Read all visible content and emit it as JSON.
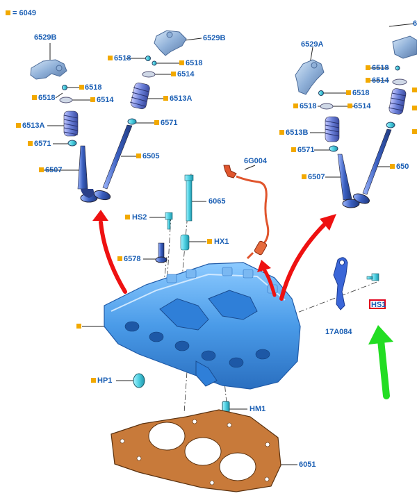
{
  "legend": {
    "label": "= 6049"
  },
  "labels": {
    "6529B_left": "6529B",
    "6529B_right": "6529B",
    "6529A": "6529A",
    "6518": "6518",
    "6514": "6514",
    "6513A": "6513A",
    "6513B": "6513B",
    "6571": "6571",
    "6507": "6507",
    "6505": "6505",
    "6505_cut": "650",
    "6G004": "6G004",
    "6065": "6065",
    "HS2": "HS2",
    "HX1": "HX1",
    "6578": "6578",
    "HS1": "HS1",
    "17A084": "17A084",
    "HP1": "HP1",
    "HM1": "HM1",
    "6051": "6051",
    "cut_top": "6"
  },
  "colors": {
    "part_blue": "#4a9be8",
    "part_dark": "#2a6fc0",
    "valve_blue": "#3a5fc0",
    "gasket_fill": "#c87a3a",
    "gasket_stroke": "#5a3210",
    "harness": "#e0552d",
    "arrow_red": "#ee1111",
    "arrow_green": "#22dd22",
    "callout_square": "#f2a900",
    "label_text": "#1b5fb4",
    "highlight_box": "#e0001b",
    "cyan_part": "#4ccfe0"
  }
}
